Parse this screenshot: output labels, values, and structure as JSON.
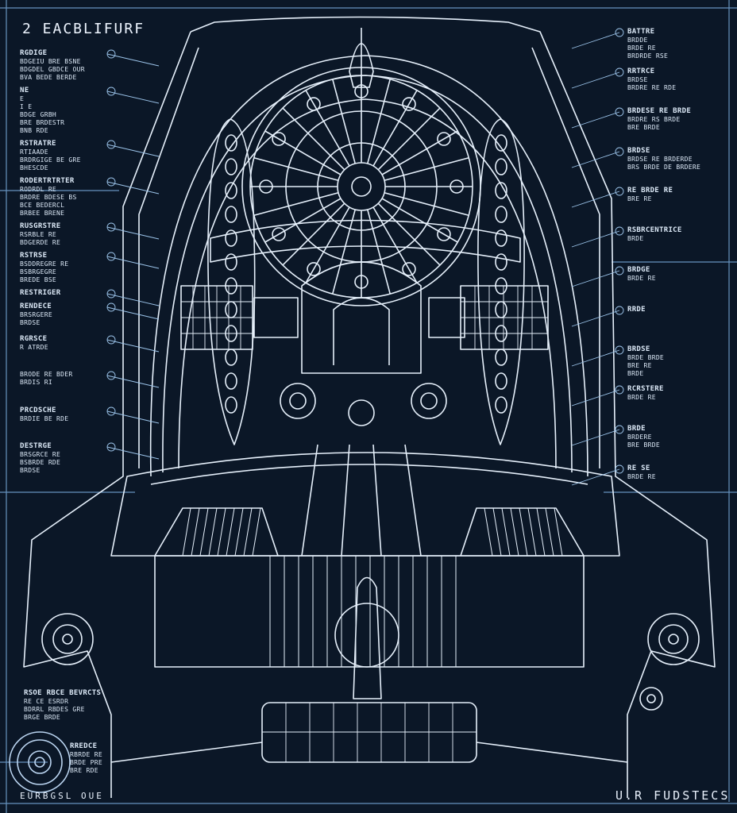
{
  "title": "2 EACBLIFURF",
  "footer_right": "U.R FUDSTECS",
  "footer_left": "EURBGSL OUE",
  "colors": {
    "background": "#0b1727",
    "line": "#e6f0fb",
    "accent": "#7fb3e6"
  },
  "left_labels": [
    {
      "head": "RGDIGE",
      "lines": [
        "BDGEIU BRE BSNE",
        "BDGDEL GBDCE OUR",
        "BVA BEDE BERDE"
      ]
    },
    {
      "head": "NE",
      "lines": [
        "E",
        "I E",
        "BDGE GRBH",
        "BRE BRDESTR",
        "BNB RDE"
      ]
    },
    {
      "head": "RSTRATRE",
      "lines": [
        "RTIAADE",
        "BRDRGIGE BE GRE",
        "BHESCDE"
      ]
    },
    {
      "head": "RODERTRTRTER",
      "lines": [
        "RODRDL RE",
        "BRDRE BDESE BS",
        "BCE BEDERCL",
        "BRBEE BRENE"
      ]
    },
    {
      "head": "RUSGRSTRE",
      "lines": [
        "RSRBLE RE",
        "BDGERDE RE"
      ]
    },
    {
      "head": "RSTRSE",
      "lines": [
        "BSDDREGRE RE",
        "BSBRGEGRE",
        "BREDE BSE"
      ]
    },
    {
      "head": "RESTRIGER",
      "lines": []
    },
    {
      "head": "RENDECE",
      "lines": [
        "BRSRGERE",
        "BRDSE"
      ]
    },
    {
      "head": "RGRSCE",
      "lines": [
        "R ATRDE"
      ]
    },
    {
      "head": "",
      "lines": [
        "BRODE RE BDER",
        "BRDIS RI"
      ]
    },
    {
      "head": "PRCDSCHE",
      "lines": [
        "BRDIE BE RDE"
      ]
    },
    {
      "head": "DESTRGE",
      "lines": [
        "BRSGRCE RE",
        "BSBRDE RDE",
        "BRDSE"
      ]
    },
    {
      "head": "RSOE RBCE BEVRCTS",
      "lines": [
        "RE CE ESRDR",
        "BDRRL RBDES GRE",
        "BRGE BRDE"
      ]
    },
    {
      "head": "RREDCE",
      "lines": [
        "RBRDE RE",
        "BRDE PRE",
        "BRE RDE"
      ]
    }
  ],
  "right_labels": [
    {
      "head": "BATTRE",
      "lines": [
        "BRDDE",
        "BRDE RE",
        "BRDRDE RSE"
      ]
    },
    {
      "head": "RRTRCE",
      "lines": [
        "BRDSE",
        "BRDRE RE RDE"
      ]
    },
    {
      "head": "BRDESE RE BRDE",
      "lines": [
        "BRDRE RS BRDE",
        "BRE BRDE"
      ]
    },
    {
      "head": "BRDSE",
      "lines": [
        "BRDSE RE BRDERDE",
        "BRS BRDE DE BRDERE"
      ]
    },
    {
      "head": "RE BRDE RE",
      "lines": [
        "BRE RE"
      ]
    },
    {
      "head": "RSBRCENTRICE",
      "lines": [
        "BRDE"
      ]
    },
    {
      "head": "BRDGE",
      "lines": [
        "BRDE RE"
      ]
    },
    {
      "head": "RRDE",
      "lines": []
    },
    {
      "head": "BRDSE",
      "lines": [
        "BRDE BRDE",
        "BRE RE",
        "BRDE"
      ]
    },
    {
      "head": "RCRSTERE",
      "lines": [
        "BRDE RE"
      ]
    },
    {
      "head": "BRDE",
      "lines": [
        "BRDERE",
        "BRE BRDE"
      ]
    },
    {
      "head": "RE SE",
      "lines": [
        "BRDE RE"
      ]
    }
  ]
}
